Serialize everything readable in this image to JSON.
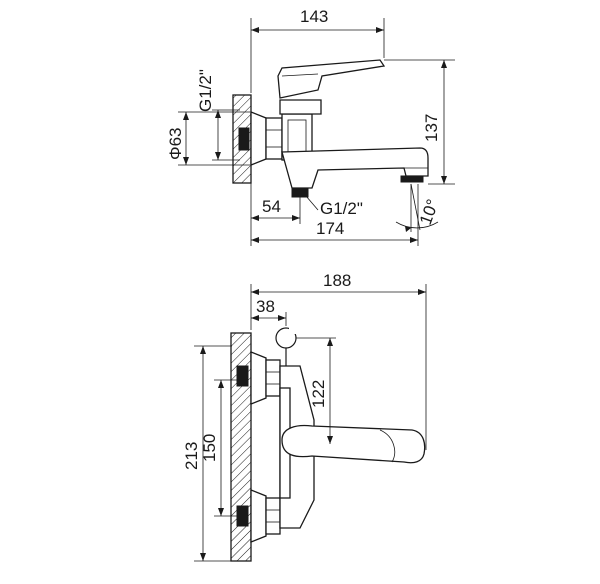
{
  "side_view": {
    "dim_width_top": "143",
    "dim_height_right": "137",
    "dim_thread_inlet": "G1/2\"",
    "dim_flange_diameter": "Φ63",
    "dim_outlet_offset": "54",
    "dim_thread_outlet": "G1/2\"",
    "dim_total_length": "174",
    "dim_spout_angle": "10°"
  },
  "front_view": {
    "dim_overall_width": "188",
    "dim_holder_offset": "38",
    "dim_holder_height": "122",
    "dim_overall_height": "213",
    "dim_center_distance": "150"
  }
}
